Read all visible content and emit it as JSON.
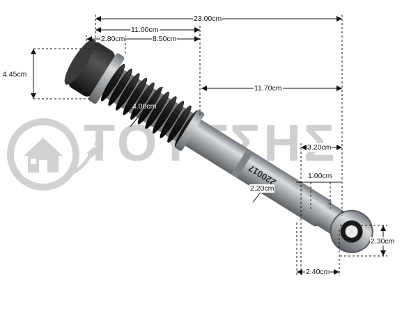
{
  "watermark": {
    "brand": "ΤΟΥΤΣΗΣ",
    "logo_icon": "house-plug-icon",
    "color": "#cdcdcd"
  },
  "product": {
    "part_number": "220017",
    "spring_color": "#1a1a1a",
    "body_color": "#9ea3a8"
  },
  "dimensions": {
    "total_length": "23.00cm",
    "spring_section": "11.00cm",
    "spring_coil": "8.50cm",
    "cap_length": "2.80cm",
    "cap_diameter": "4.45cm",
    "spring_diameter": "4.00cm",
    "rod_length": "11.70cm",
    "eye_width": "3.20cm",
    "eye_inner": "1.00cm",
    "rod_diameter": "2.20cm",
    "eye_height": "2.30cm",
    "eye_base": "2.40cm"
  }
}
